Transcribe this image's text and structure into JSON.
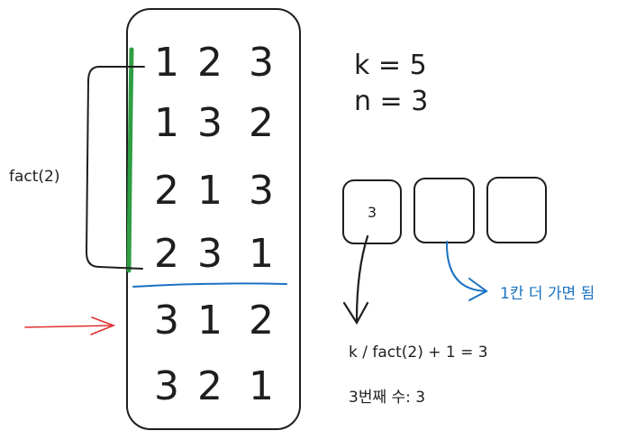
{
  "permutations": [
    [
      "1",
      "2",
      "3"
    ],
    [
      "1",
      "3",
      "2"
    ],
    [
      "2",
      "1",
      "3"
    ],
    [
      "2",
      "3",
      "1"
    ],
    [
      "3",
      "1",
      "2"
    ],
    [
      "3",
      "2",
      "1"
    ]
  ],
  "bracket_label": "fact(2)",
  "variables": {
    "k_line": "k = 5",
    "n_line": "n = 3"
  },
  "boxes": [
    "3",
    "",
    ""
  ],
  "blue_note": "1칸 더 가면 됨",
  "formula": "k / fact(2) + 1 = 3",
  "result": "3번째 수: 3",
  "colors": {
    "ink": "#1e1e1e",
    "green": "#2f9e44",
    "blue": "#1971c2",
    "red": "#e03131"
  }
}
